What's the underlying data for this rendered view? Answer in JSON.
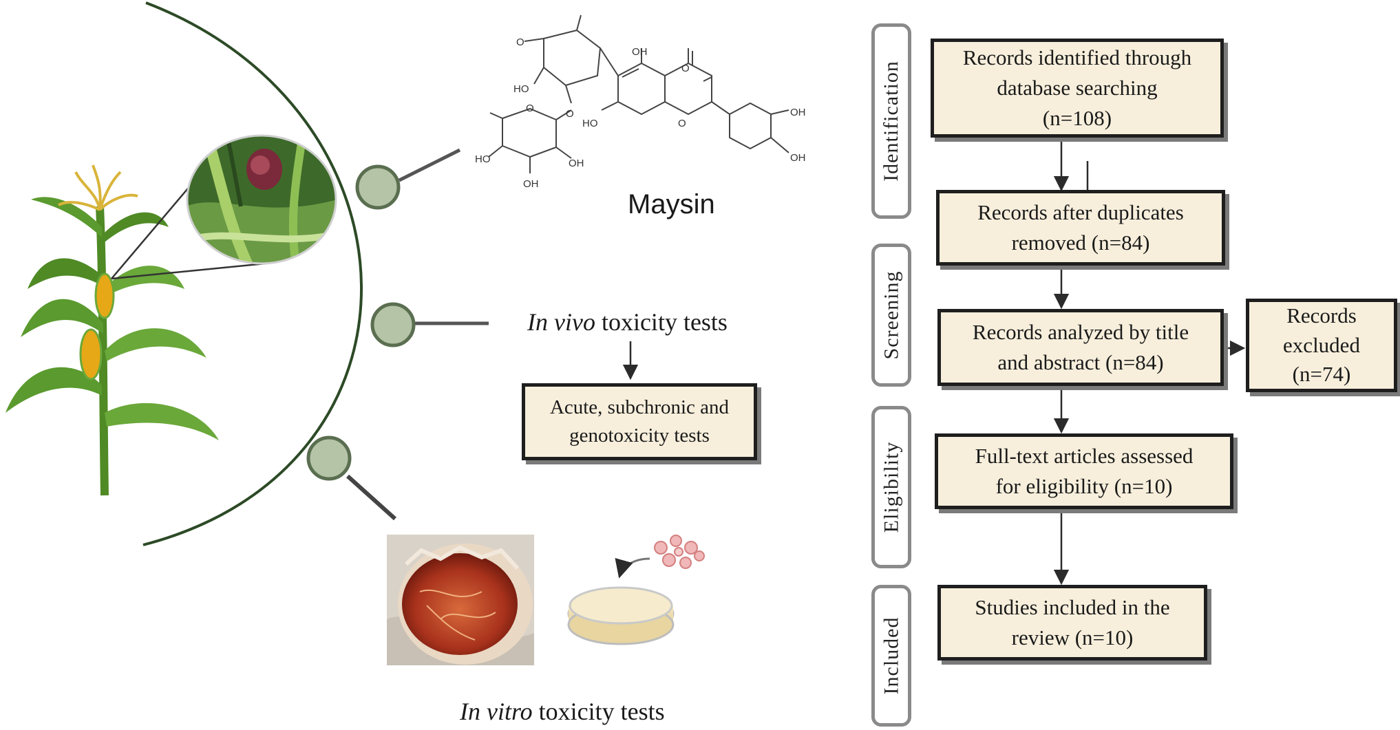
{
  "left": {
    "compound": "Maysin",
    "in_vivo": {
      "italic": "In vivo",
      "rest": " toxicity tests"
    },
    "in_vivo_box": {
      "line1": "Acute, subchronic and",
      "line2": "genotoxicity tests"
    },
    "in_vitro": {
      "italic": "In vitro",
      "rest": " toxicity tests"
    },
    "molecule_labels": {
      "o": "O",
      "oh": "OH",
      "ho": "HO"
    }
  },
  "phases": [
    "Identification",
    "Screening",
    "Eligibility",
    "Included"
  ],
  "flow": {
    "identified": {
      "line1": "Records identified through",
      "line2": "database searching",
      "line3": "(n=108)"
    },
    "duplicates": {
      "line1": "Records after duplicates",
      "line2": "removed (n=84)"
    },
    "analyzed": {
      "line1": "Records analyzed by title",
      "line2": "and abstract  (n=84)"
    },
    "excluded": {
      "line1": "Records",
      "line2": "excluded",
      "line3": "(n=74)"
    },
    "fulltext": {
      "line1": "Full-text articles assessed",
      "line2": "for eligibility (n=10)"
    },
    "included": {
      "line1": "Studies included in the",
      "line2": "review (n=10)"
    }
  },
  "colors": {
    "box_fill": "#f7efdc",
    "node_fill": "#b5c4a6",
    "arc": "#2c4a26",
    "leaf": "#5a9a2e",
    "tassel": "#d8b43a",
    "cob": "#e6a817"
  }
}
